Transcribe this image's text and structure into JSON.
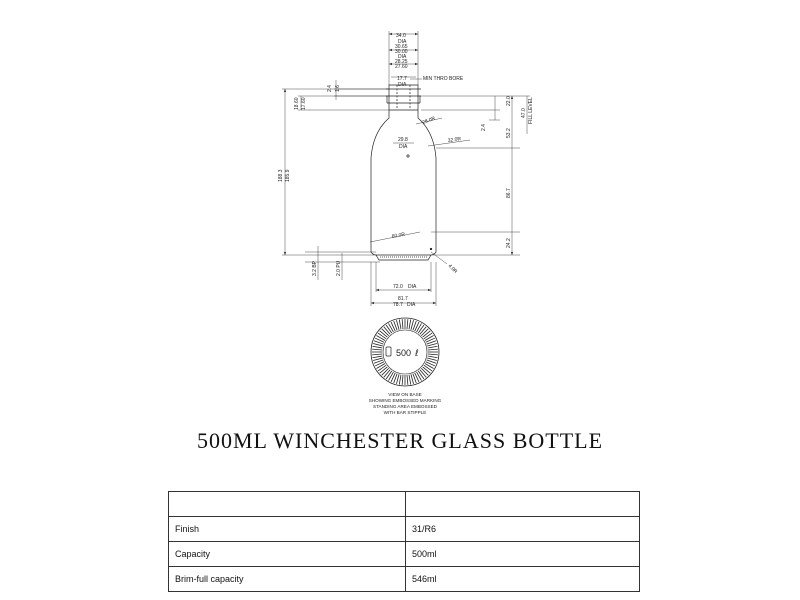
{
  "title": "500ML   WINCHESTER GLASS BOTTLE",
  "dimensions": {
    "neck_outer_dia": "34.0",
    "neck_outer_dia_unit": "DIA",
    "thread_max": "30.65",
    "thread_min": "30.00",
    "thread_unit": "DIA",
    "bead_max": "28.25",
    "bead_min": "27.60",
    "bore": "17.7",
    "bore_unit": "DIA",
    "bore_note": "MIN THRO BORE",
    "lip_a": "2.4",
    "lip_b": "1.6",
    "finish_h_max": "18.60",
    "finish_h_min": "17.60",
    "shoulder_radius": "28.0R",
    "shoulder_step": "2.4",
    "neck_base_dia": "29.8",
    "neck_base_unit": "DIA",
    "body_radius": "32.0R",
    "overall_h_max": "188.3",
    "overall_h_min": "185.9",
    "top_section": "22.0",
    "fill_level_value": "47.0",
    "fill_level_label": "FILL LEVEL",
    "upper_section": "53.2",
    "body_section": "86.7",
    "base_radius": "60.0R",
    "heel_section": "24.2",
    "heel_radius": "4.0R",
    "base_recess": "3.2 BP",
    "base_push": "2.0 PU",
    "base_dia": "72.0",
    "base_dia_unit": "DIA",
    "body_dia_max": "81.7",
    "body_dia_min": "78.7",
    "body_dia_unit": "DIA"
  },
  "base_view": {
    "marking": "500",
    "symbol": "ℓ",
    "caption": [
      "VIEW ON BASE",
      "SHOWING EMBOSSED MARKING",
      "STANDING AREA EMBOSSED",
      "WITH BAR STIPPLE"
    ]
  },
  "table": {
    "rows": [
      {
        "label": "",
        "value": ""
      },
      {
        "label": "Finish",
        "value": "31/R6"
      },
      {
        "label": "Capacity",
        "value": "500ml"
      },
      {
        "label": "Brim-full capacity",
        "value": "546ml"
      }
    ]
  }
}
